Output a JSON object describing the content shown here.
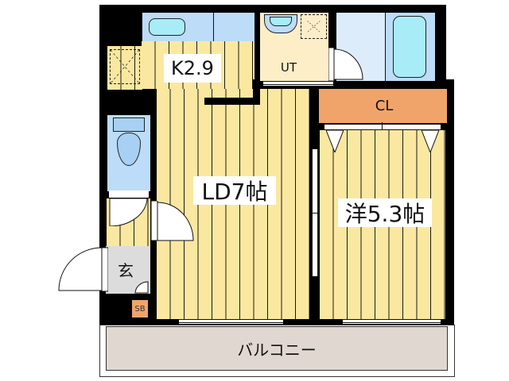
{
  "floorplan": {
    "rooms": {
      "kitchen": {
        "label": "K2.9"
      },
      "living_dining": {
        "label": "LD7帖"
      },
      "western_room": {
        "label": "洋5.3帖"
      },
      "utility": {
        "label": "UT"
      },
      "closet": {
        "label": "CL"
      },
      "entrance": {
        "label": "玄"
      },
      "shoe_box": {
        "label": "SB"
      },
      "balcony": {
        "label": "バルコニー"
      }
    },
    "colors": {
      "wall": "#000000",
      "floor": "#fbe8a0",
      "wet_area": "#bcdcf8",
      "utility": "#fdeec8",
      "closet": "#f0a46a",
      "entrance": "#dcdcdc",
      "balcony": "#e0d8d0",
      "bathtub": "#a8ecf8"
    }
  }
}
